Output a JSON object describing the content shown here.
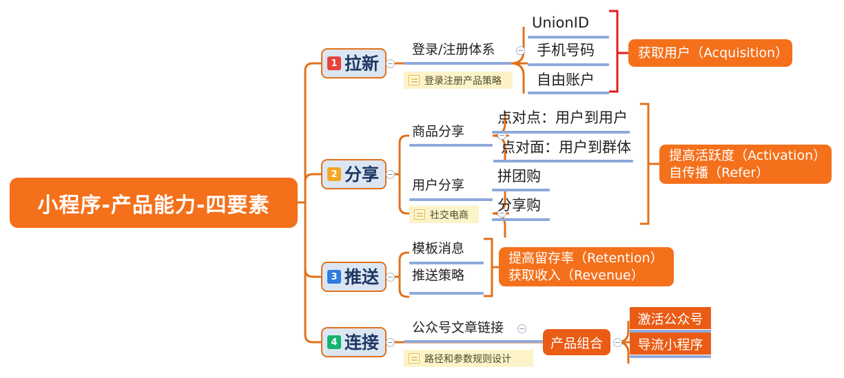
{
  "diagram": {
    "title": "小程序-产品能力-四要素",
    "type": "mind-map",
    "colors": {
      "root_fill": "#f4701b",
      "branch_fill": "#dce6f2",
      "branch_border": "#e1701a",
      "underline": "#8ea9db",
      "note_fill": "#fdf3c8",
      "callout_fill": "#f4701b",
      "bracket_red": "#e8191b",
      "bracket_orange": "#e1701a",
      "badge_1": "#e8443a",
      "badge_2": "#f5a623",
      "badge_3": "#2f7ddb",
      "badge_4": "#13b370",
      "branch_text": "#1f3864"
    }
  },
  "branches": [
    {
      "badge": "1",
      "label": "拉新",
      "subtopics": [
        {
          "label": "登录/注册体系"
        }
      ],
      "note": "登录注册产品策略",
      "leaves": [
        "UnionID",
        "手机号码",
        "自由账户"
      ],
      "callout": {
        "lines": [
          "获取用户（Acquisition）"
        ]
      }
    },
    {
      "badge": "2",
      "label": "分享",
      "subtopics": [
        {
          "label": "商品分享"
        },
        {
          "label": "用户分享"
        }
      ],
      "note": "社交电商",
      "leaves": [
        "点对点：用户到用户",
        "点对面：用户到群体",
        "拼团购",
        "分享购"
      ],
      "callout": {
        "lines": [
          "提高活跃度（Activation）",
          "自传播（Refer）"
        ]
      }
    },
    {
      "badge": "3",
      "label": "推送",
      "subtopics": [
        {
          "label": "模板消息"
        },
        {
          "label": "推送策略"
        }
      ],
      "note": null,
      "leaves": [],
      "callout": {
        "lines": [
          "提高留存率（Retention）",
          "获取收入（Revenue）"
        ]
      }
    },
    {
      "badge": "4",
      "label": "连接",
      "subtopics": [
        {
          "label": "公众号文章链接"
        }
      ],
      "note": "路径和参数规则设计",
      "leaves": [],
      "chip": "产品组合",
      "chip_leaves": [
        "激活公众号",
        "导流小程序"
      ],
      "callout": null
    }
  ],
  "icons": {
    "toggle": "collapse-minus-icon",
    "note": "note-lines-icon"
  }
}
